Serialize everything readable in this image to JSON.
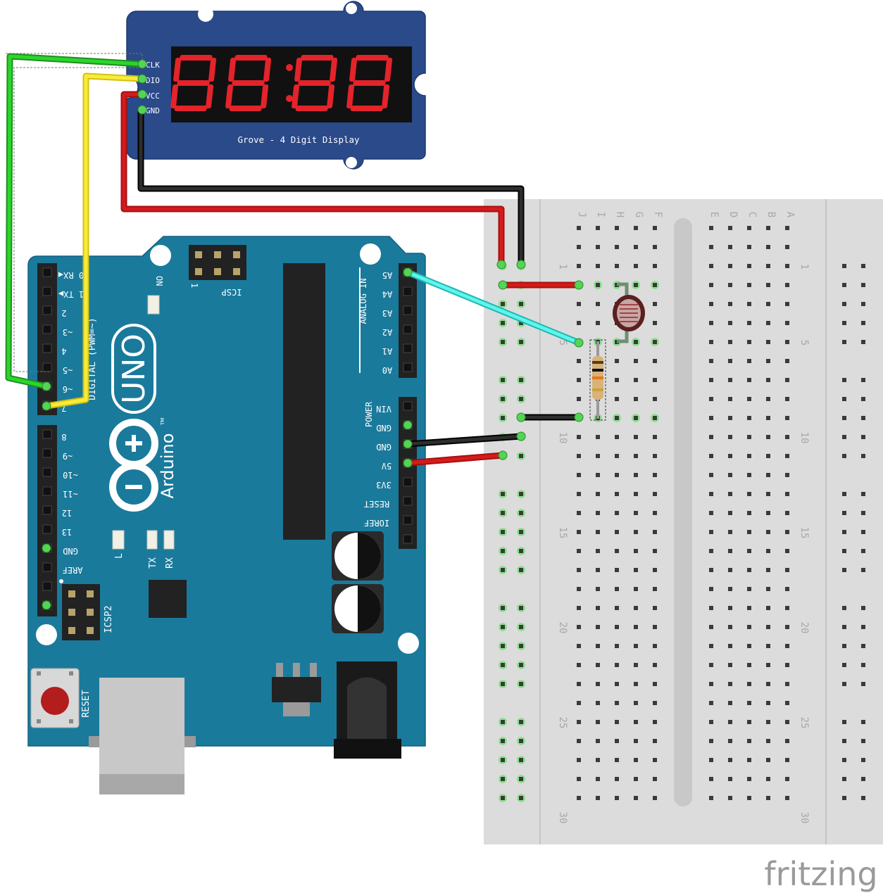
{
  "display": {
    "pins": [
      "CLK",
      "DIO",
      "VCC",
      "GND"
    ],
    "caption": "Grove - 4 Digit Display"
  },
  "arduino": {
    "digital_pins": [
      "0 RX◀",
      "1 TX▶",
      "2",
      "~3",
      "4",
      "~5",
      "~6",
      "7",
      "8",
      "~9",
      "~10",
      "~11",
      "12",
      "13",
      "GND",
      "AREF"
    ],
    "digital_label": "DIGITAL (PWM=~)",
    "analog_pins": [
      "A5",
      "A4",
      "A3",
      "A2",
      "A1",
      "A0"
    ],
    "analog_label": "ANALOG IN",
    "power_pins": [
      "VIN",
      "GND",
      "GND",
      "5V",
      "3V3",
      "RESET",
      "IOREF"
    ],
    "power_label": "POWER",
    "icsp_label": "ICSP",
    "icsp_pin1": "1",
    "icsp2_label": "ICSP2",
    "on_label": "ON",
    "l_label": "L",
    "tx_label": "TX",
    "rx_label": "RX",
    "uno_label": "UNO",
    "brand": "Arduino",
    "tm": "TM",
    "reset_label": "RESET"
  },
  "breadboard": {
    "cols_left": [
      "J",
      "I",
      "H",
      "G",
      "F"
    ],
    "cols_right": [
      "E",
      "D",
      "C",
      "B",
      "A"
    ],
    "row_numbers": [
      "1",
      "5",
      "10",
      "15",
      "20",
      "25",
      "30"
    ]
  },
  "watermark": "fritzing",
  "colors": {
    "board_blue": "#1a7a9c",
    "display_blue": "#2a4a8a",
    "segment_red": "#e4232a",
    "wire_green": "#2bb52b",
    "wire_yellow": "#f4e12a",
    "wire_red": "#c61414",
    "wire_black": "#1a1a1a",
    "wire_cyan": "#3fe0d8",
    "breadboard": "#dcdcdc"
  }
}
